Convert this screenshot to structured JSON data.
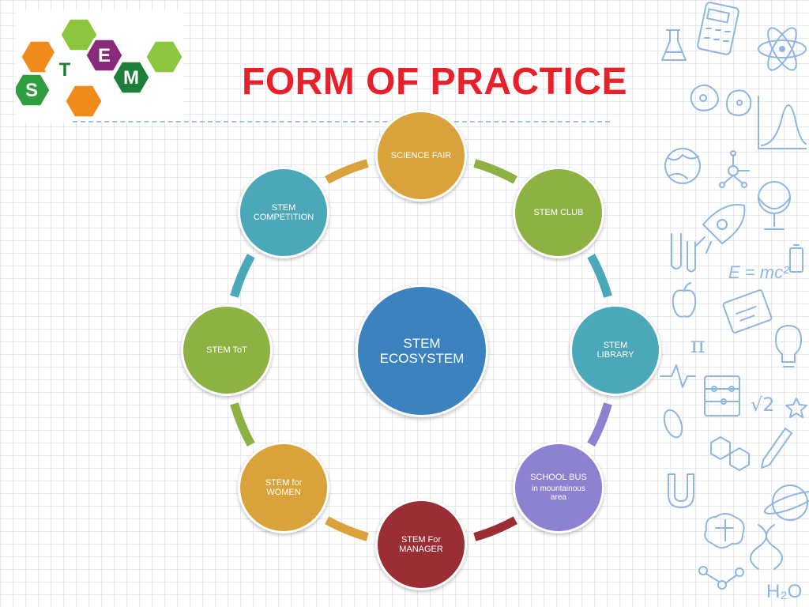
{
  "title": "FORM OF PRACTICE",
  "logo": {
    "letters": [
      "S",
      "T",
      "E",
      "M"
    ],
    "colors": [
      "#2e9e3f",
      "#f08a1a",
      "#8a2a7a",
      "#8cc63f",
      "#1e7f3a"
    ]
  },
  "center": {
    "label": "STEM\nECOSYSTEM",
    "color": "#3b82bf"
  },
  "nodes": [
    {
      "label": "SCIENCE FAIR",
      "sub": "",
      "color": "#d9a23a"
    },
    {
      "label": "STEM CLUB",
      "sub": "",
      "color": "#8db243"
    },
    {
      "label": "STEM\nLIBRARY",
      "sub": "",
      "color": "#4aa8b8"
    },
    {
      "label": "SCHOOL BUS",
      "sub": "in mountainous\narea",
      "color": "#8d82d0"
    },
    {
      "label": "STEM For\nMANAGER",
      "sub": "",
      "color": "#9b2d34"
    },
    {
      "label": "STEM for\nWOMEN",
      "sub": "",
      "color": "#d9a23a"
    },
    {
      "label": "STEM ToT",
      "sub": "",
      "color": "#8db243"
    },
    {
      "label": "STEM\nCOMPETITION",
      "sub": "",
      "color": "#4aa8b8"
    }
  ],
  "ring_colors": [
    "#d9a23a",
    "#8db243",
    "#8db243",
    "#4aa8b8",
    "#8d82d0",
    "#9b2d34",
    "#d9a23a",
    "#8db243",
    "#4aa8b8"
  ],
  "doodle_labels": {
    "formula": "E = mc²",
    "pi": "π",
    "root": "√2",
    "water": "H₂O"
  }
}
